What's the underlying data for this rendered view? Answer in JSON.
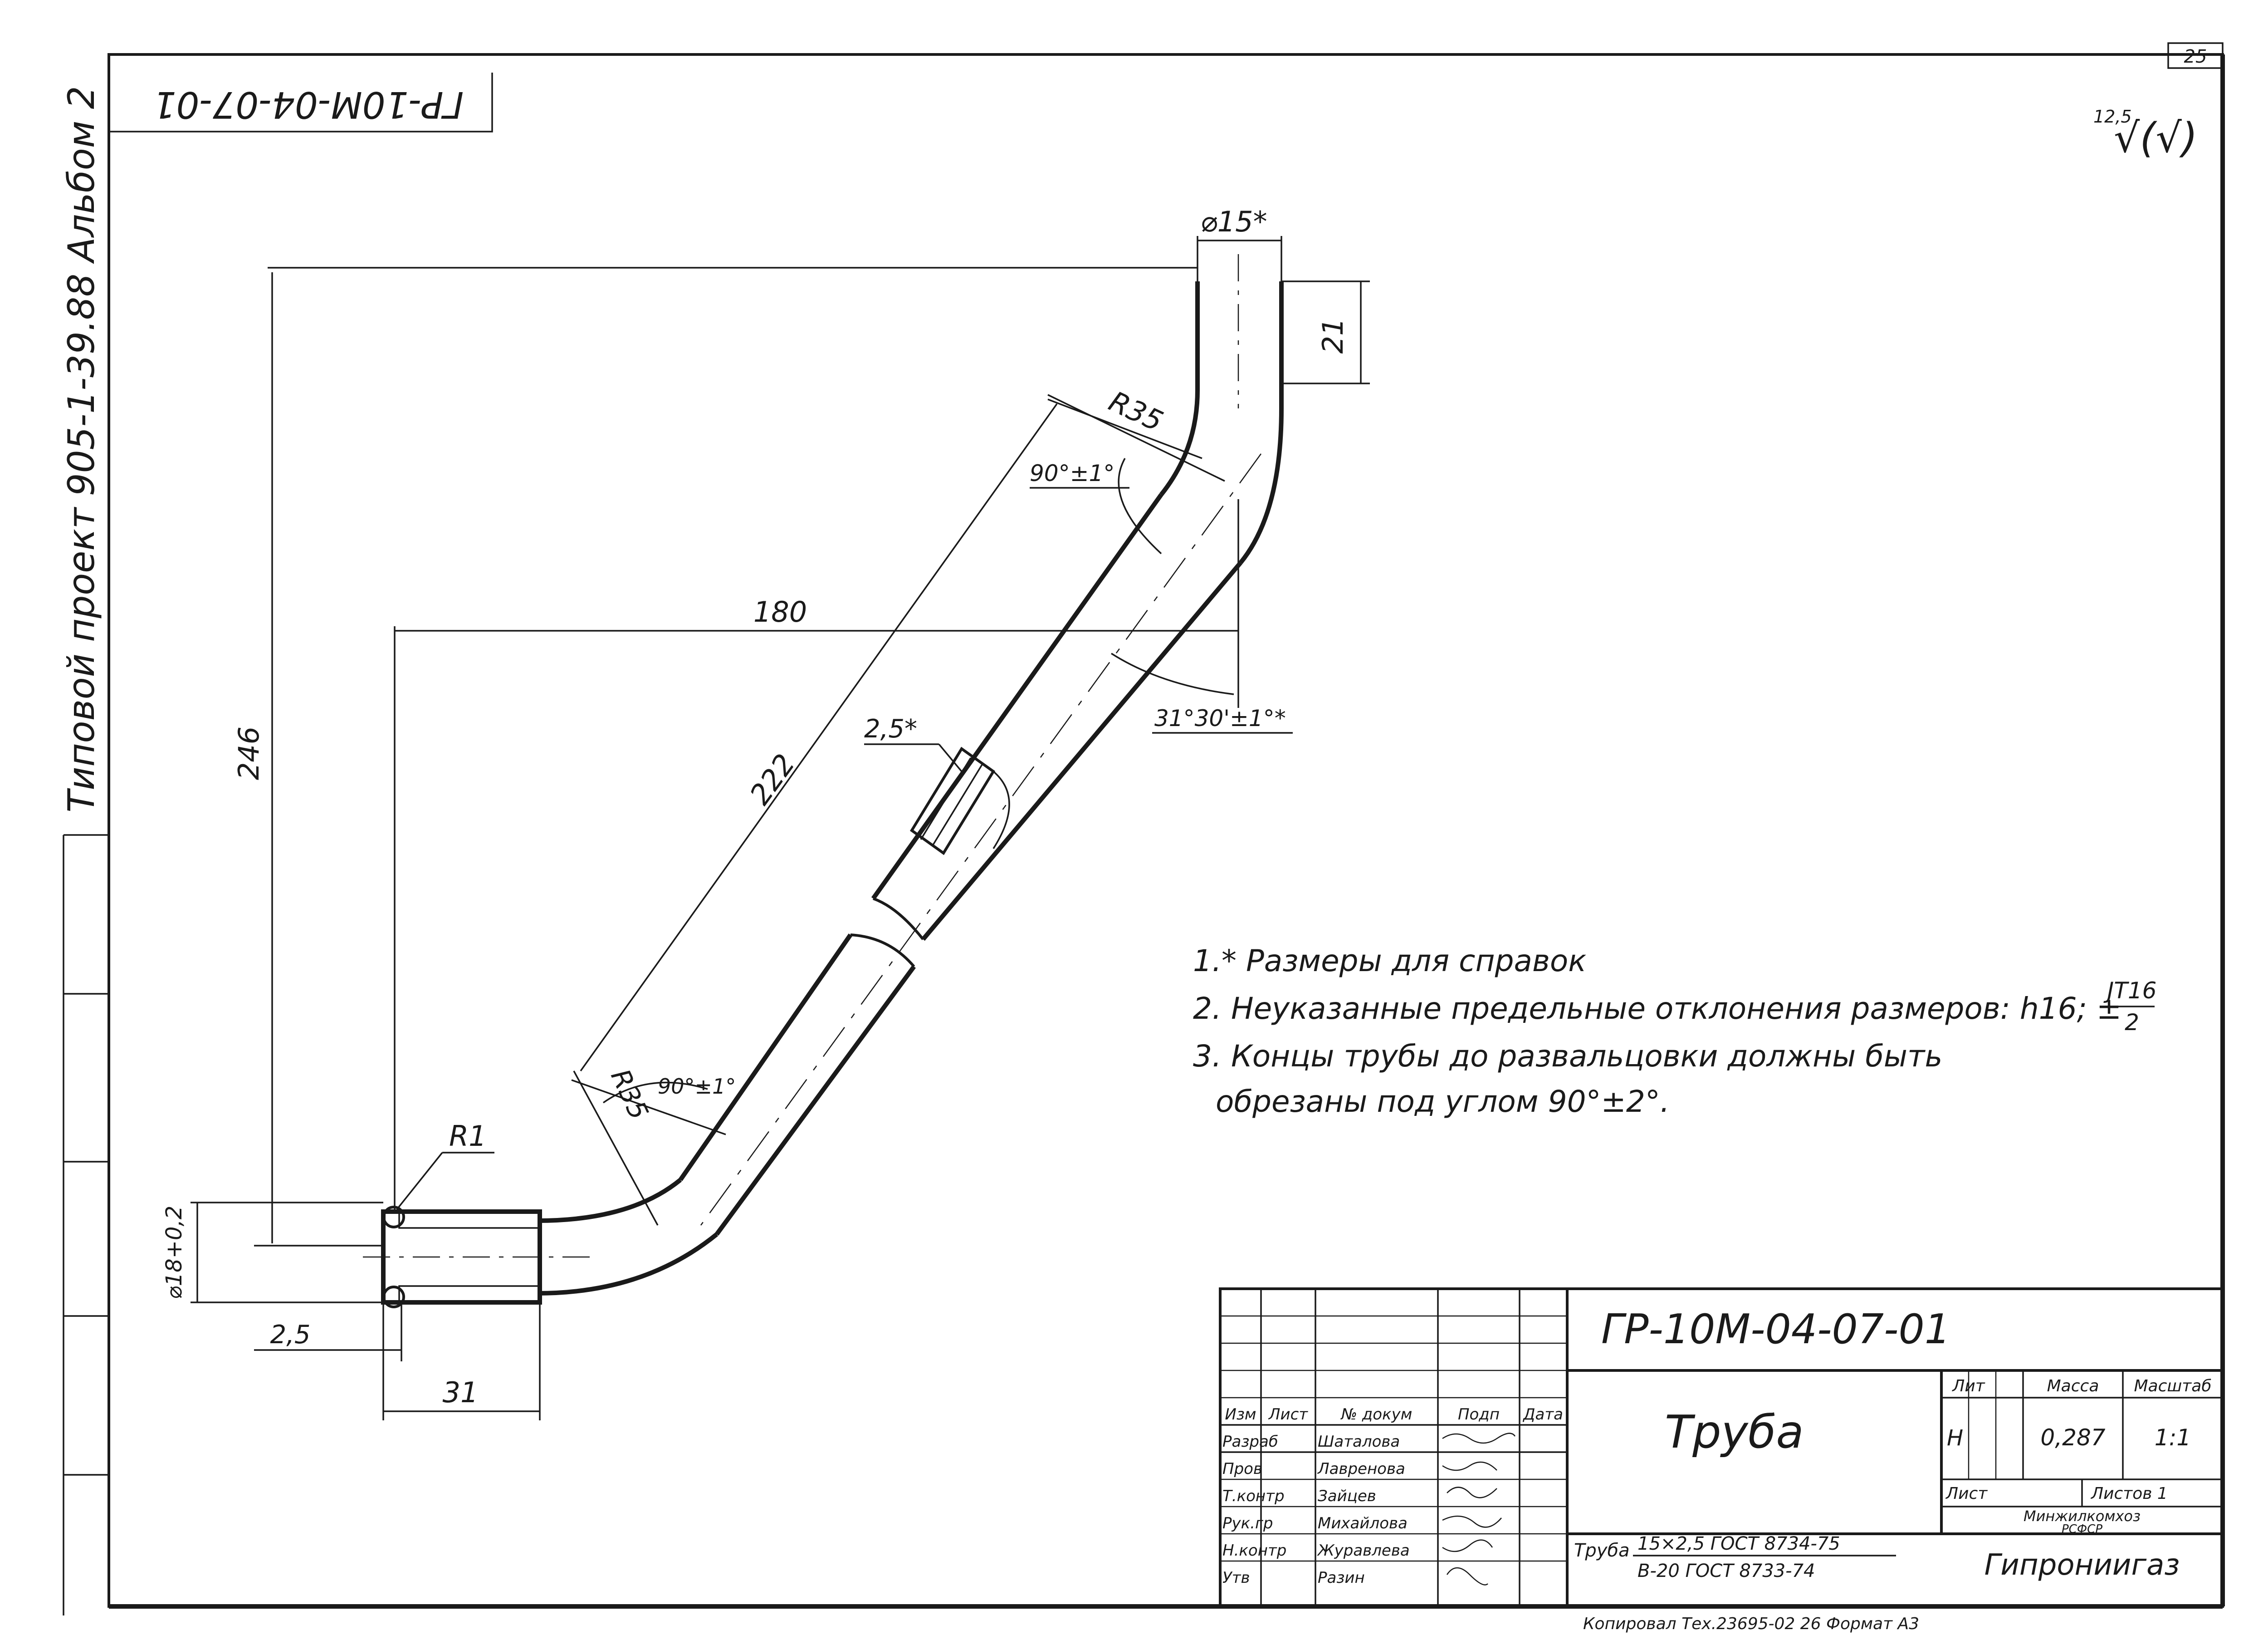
{
  "sheet": {
    "page_number": "25",
    "designation_rotated": "ГР-10М-04-07-01",
    "side_label": "Типовой проект 905-1-39.88 Альбом 2",
    "roughness_value": "12,5",
    "roughness_symbol": "√(√)",
    "copied_line": "Копировал  Тех.23695-02  26  Формат  А3"
  },
  "dimensions": {
    "d15": "⌀15*",
    "len21": "21",
    "r35_top": "R35",
    "ang90_top": "90°±1°",
    "len180": "180",
    "ang31": "31°30'±1°*",
    "len246": "246",
    "len222": "222",
    "weld": "2,5*",
    "ang90_bottom": "90°±1°",
    "r35_bottom": "R35",
    "r1": "R1",
    "d18": "⌀18+0,2",
    "len2_5": "2,5",
    "len31": "31"
  },
  "notes": [
    "1.* Размеры  для  справок",
    "2. Неуказанные  предельные  отклонения  размеров:  h16; ±",
    "3. Концы  трубы  до  развальцовки  должны  быть",
    "обрезаны  под  углом  90°±2°."
  ],
  "note_fraction": {
    "numerator": "JT16",
    "denominator": "2"
  },
  "title_block": {
    "designation": "ГР-10М-04-07-01",
    "name": "Труба",
    "header_cols": [
      "Изм",
      "Лист",
      "№ докум",
      "Подп",
      "Дата"
    ],
    "roles": [
      "Разраб",
      "Пров",
      "Т.контр",
      "Рук.гр",
      "Н.контр",
      "Утв"
    ],
    "people": [
      "Шаталова",
      "Лавренова",
      "Зайцев",
      "Михайлова",
      "Журавлева",
      "Разин"
    ],
    "lit_label": "Лит",
    "mass_label": "Масса",
    "scale_label": "Масштаб",
    "lit_value": "Н",
    "mass_value": "0,287",
    "scale_value": "1:1",
    "sheet_label": "Лист",
    "sheets_label": "Листов 1",
    "material_label": "Труба",
    "material_line1": "15×2,5 ГОСТ 8734-75",
    "material_line2": "В-20 ГОСТ 8733-74",
    "org_line1": "Минжилкомхоз",
    "org_line2": "РСФСР",
    "org_name": "Гипрониигаз"
  }
}
